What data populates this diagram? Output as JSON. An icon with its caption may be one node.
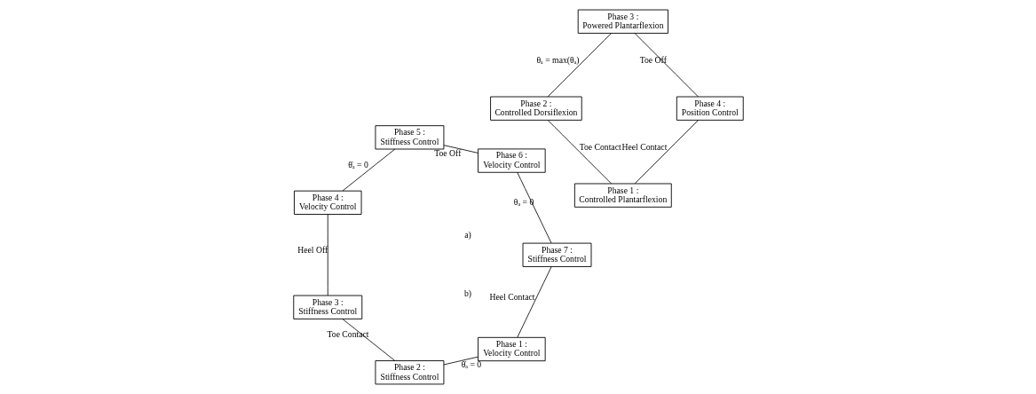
{
  "diagram": {
    "nodes": [
      {
        "text": [
          "Phase 1 :",
          "Velocity Control"
        ]
      },
      {
        "text": [
          "Phase 2 :",
          "Stiffness Control"
        ]
      },
      {
        "text": [
          "Phase 3 :",
          "Stiffness Control"
        ]
      },
      {
        "text": [
          "Phase 4 :",
          "Velocity Control"
        ]
      },
      {
        "text": [
          "Phase 5 :",
          "Stiffness Control"
        ]
      },
      {
        "text": [
          "Phase 6 :",
          "Velocity Control"
        ]
      },
      {
        "text": [
          "Phase 7 :",
          "Stiffness Control"
        ]
      },
      {
        "text": [
          "Phase 1 :",
          "Controlled Plantarflexion"
        ]
      },
      {
        "text": [
          "Phase 2 :",
          "Controlled Dorsiflexion"
        ]
      },
      {
        "text": [
          "Phase 3 :",
          "Powered Plantarflexion"
        ]
      },
      {
        "text": [
          "Phase 4 :",
          "Position Control"
        ]
      }
    ],
    "edges": [
      {
        "from": 0,
        "to": 1,
        "arrow": "none",
        "label": "θ̇ₐ = 0"
      },
      {
        "from": 1,
        "to": 2,
        "arrow": "none",
        "label": "Toe Contact"
      },
      {
        "from": 2,
        "to": 3,
        "arrow": "none",
        "label": "Heel Off"
      },
      {
        "from": 3,
        "to": 4,
        "arrow": "none",
        "label": "θ̇ₐ = 0"
      },
      {
        "from": 4,
        "to": 5,
        "arrow": "none",
        "label": "Toe Off"
      },
      {
        "from": 5,
        "to": 6,
        "arrow": "none",
        "label": "θₐ = 0"
      },
      {
        "from": 6,
        "to": 0,
        "arrow": "none",
        "label": "Heel Contact"
      },
      {
        "from": 7,
        "to": 8,
        "arrow": "none",
        "label": "Toe Contact"
      },
      {
        "from": 8,
        "to": 9,
        "arrow": "none",
        "label": "θₐ = max(θₐ)"
      },
      {
        "from": 9,
        "to": 10,
        "arrow": "none",
        "label": "Toe Off"
      },
      {
        "from": 10,
        "to": 7,
        "arrow": "none",
        "label": "Heel Contact"
      }
    ],
    "labels": [
      "a)",
      "b)"
    ]
  }
}
